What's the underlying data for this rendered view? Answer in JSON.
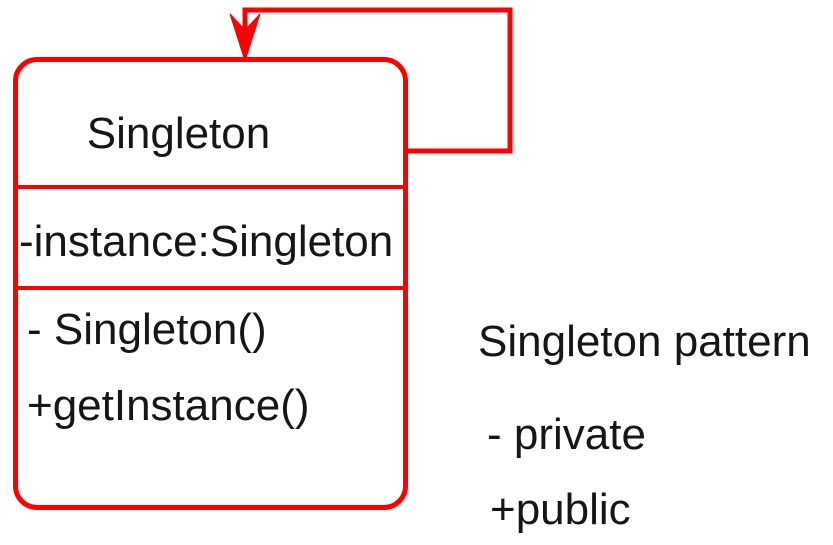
{
  "diagram": {
    "type": "uml-class-diagram",
    "class_box": {
      "name": "Singleton",
      "attributes": [
        "-instance:Singleton"
      ],
      "methods": [
        "- Singleton()",
        "+getInstance()"
      ]
    },
    "self_reference": {
      "description": "self-association arrow looping from right side of class box into its top edge"
    },
    "legend": {
      "title": "Singleton pattern",
      "items": [
        "- private",
        "+public"
      ]
    },
    "colors": {
      "accent": "#ff0000",
      "text": "#161616",
      "background": "#ffffff"
    }
  }
}
